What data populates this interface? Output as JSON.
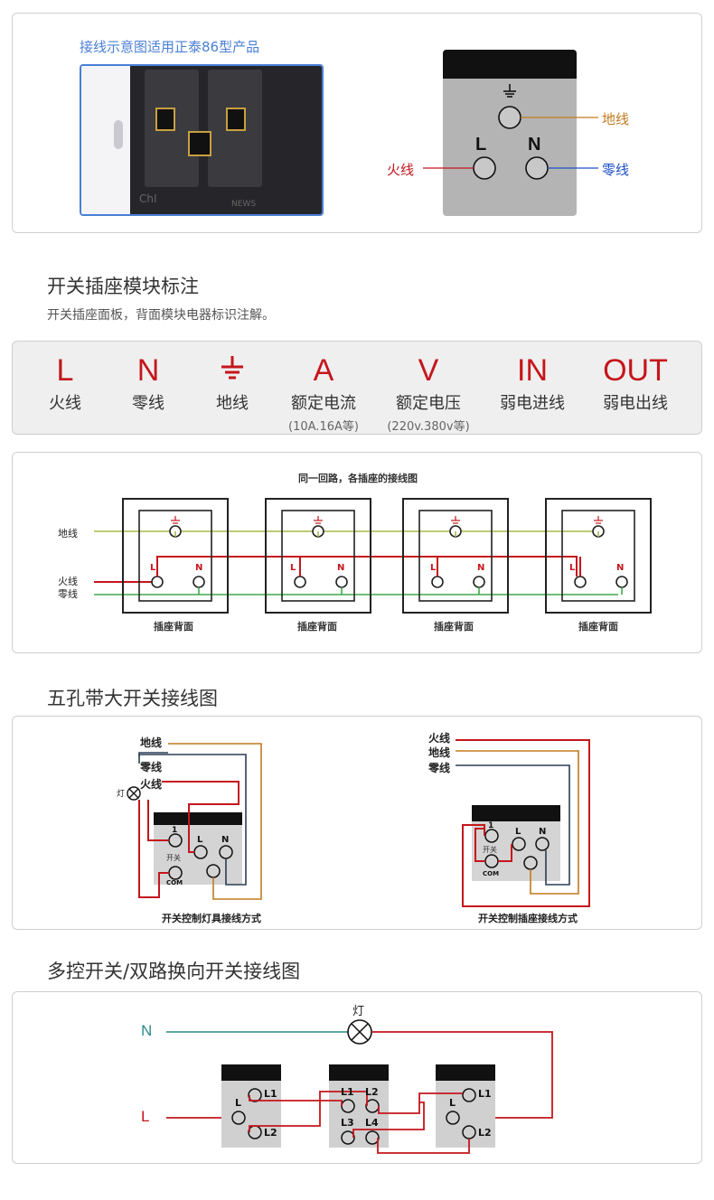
{
  "panel1": {
    "caption": "接线示意图适用正泰86型产品",
    "photo_text": [
      "ChI",
      "NEWS"
    ],
    "symbols": [
      "L",
      "N"
    ],
    "labels": {
      "ground": "地线",
      "live": "火线",
      "neutral": "零线"
    }
  },
  "section_marks": {
    "title": "开关插座模块标注",
    "subtitle": "开关插座面板，背面模块电器标识注解。",
    "items": [
      {
        "symbol": "L",
        "name": "火线",
        "note": ""
      },
      {
        "symbol": "N",
        "name": "零线",
        "note": ""
      },
      {
        "symbol": "",
        "name": "地线",
        "note": ""
      },
      {
        "symbol": "A",
        "name": "额定电流",
        "note": "(10A.16A等)"
      },
      {
        "symbol": "V",
        "name": "额定电压",
        "note": "(220v.380v等)"
      },
      {
        "symbol": "IN",
        "name": "弱电进线",
        "note": ""
      },
      {
        "symbol": "OUT",
        "name": "弱电出线",
        "note": ""
      }
    ]
  },
  "circuit": {
    "title": "同一回路，各插座的接线图",
    "wire_labels": [
      "地线",
      "火线",
      "零线"
    ],
    "socket_label": "插座背面",
    "terminal_L": "L",
    "terminal_N": "N"
  },
  "section_five": {
    "title": "五孔带大开关接线图",
    "left": {
      "wires": [
        "地线",
        "零线",
        "火线"
      ],
      "lamp": "灯",
      "t1": "1",
      "switch": "开关",
      "com": "COM",
      "tL": "L",
      "tN": "N",
      "caption": "开关控制灯具接线方式"
    },
    "right": {
      "wires": [
        "火线",
        "地线",
        "零线"
      ],
      "t1": "1",
      "switch": "开关",
      "com": "COM",
      "tL": "L",
      "tN": "N",
      "caption": "开关控制插座接线方式"
    }
  },
  "section_multi": {
    "title": "多控开关/双路换向开关接线图",
    "lamp": "灯",
    "N": "N",
    "L": "L",
    "sw1": {
      "L": "L",
      "L1": "L1",
      "L2": "L2"
    },
    "sw2": {
      "L1": "L1",
      "L2": "L2",
      "L3": "L3",
      "L4": "L4"
    },
    "sw3": {
      "L": "L",
      "L1": "L1",
      "L2": "L2"
    }
  },
  "colors": {
    "red": "#c4161c",
    "ground": "#c07a1e",
    "neutral": "#1f4fc9",
    "accent_blue": "#4a7fd6",
    "teal": "#2a8a8a"
  }
}
